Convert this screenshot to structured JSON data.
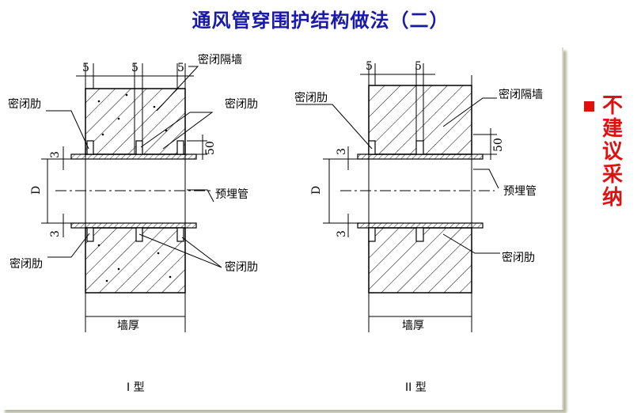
{
  "title": "通风管穿围护结构做法（二）",
  "side_note": "不建议采纳",
  "colors": {
    "title": "#1a1aa8",
    "note": "#e01010"
  },
  "type_I": {
    "caption": "I 型",
    "dims": {
      "gap1": "5",
      "gap2": "5",
      "gap3": "5",
      "rib": "50",
      "top": "3",
      "bottom": "3",
      "pipe": "D"
    },
    "labels": {
      "partition": "密闭隔墙",
      "rib_top_left": "密闭肋",
      "rib_top_right": "密闭肋",
      "pipe": "预埋管",
      "rib_bottom_left": "密闭肋",
      "rib_bottom_right": "密闭肋",
      "wall": "墙厚"
    }
  },
  "type_II": {
    "caption": "II 型",
    "dims": {
      "gap1": "5",
      "gap2": "5",
      "rib": "50",
      "top": "3",
      "bottom": "3",
      "pipe": "D"
    },
    "labels": {
      "rib_top": "密闭肋",
      "partition": "密闭隔墙",
      "pipe": "预埋管",
      "rib_bottom": "密闭肋",
      "wall": "墙厚"
    }
  }
}
